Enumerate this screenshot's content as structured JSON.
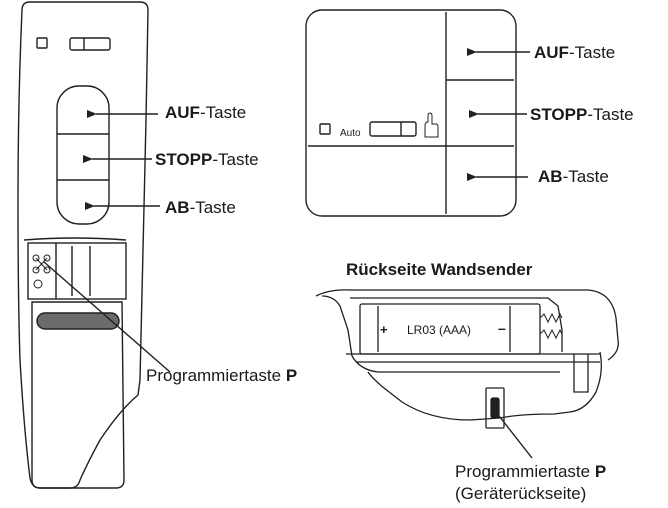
{
  "labels": {
    "auf_bold": "AUF",
    "stopp_bold": "STOPP",
    "ab_bold": "AB",
    "taste_suffix": "-Taste",
    "programmiertaste": "Programmiertaste",
    "p": "P",
    "geraeterueckseite": "(Geräterückseite)",
    "rueckseite_title": "Rückseite Wandsender",
    "auto": "Auto",
    "battery": "LR03 (AAA)",
    "battery_plus": "+",
    "battery_minus": "–"
  },
  "colors": {
    "stroke": "#231f20",
    "slot_fill": "#6b6b6b",
    "background": "#ffffff"
  },
  "icons": [
    "hand-pointer-icon",
    "arrow-icon"
  ]
}
